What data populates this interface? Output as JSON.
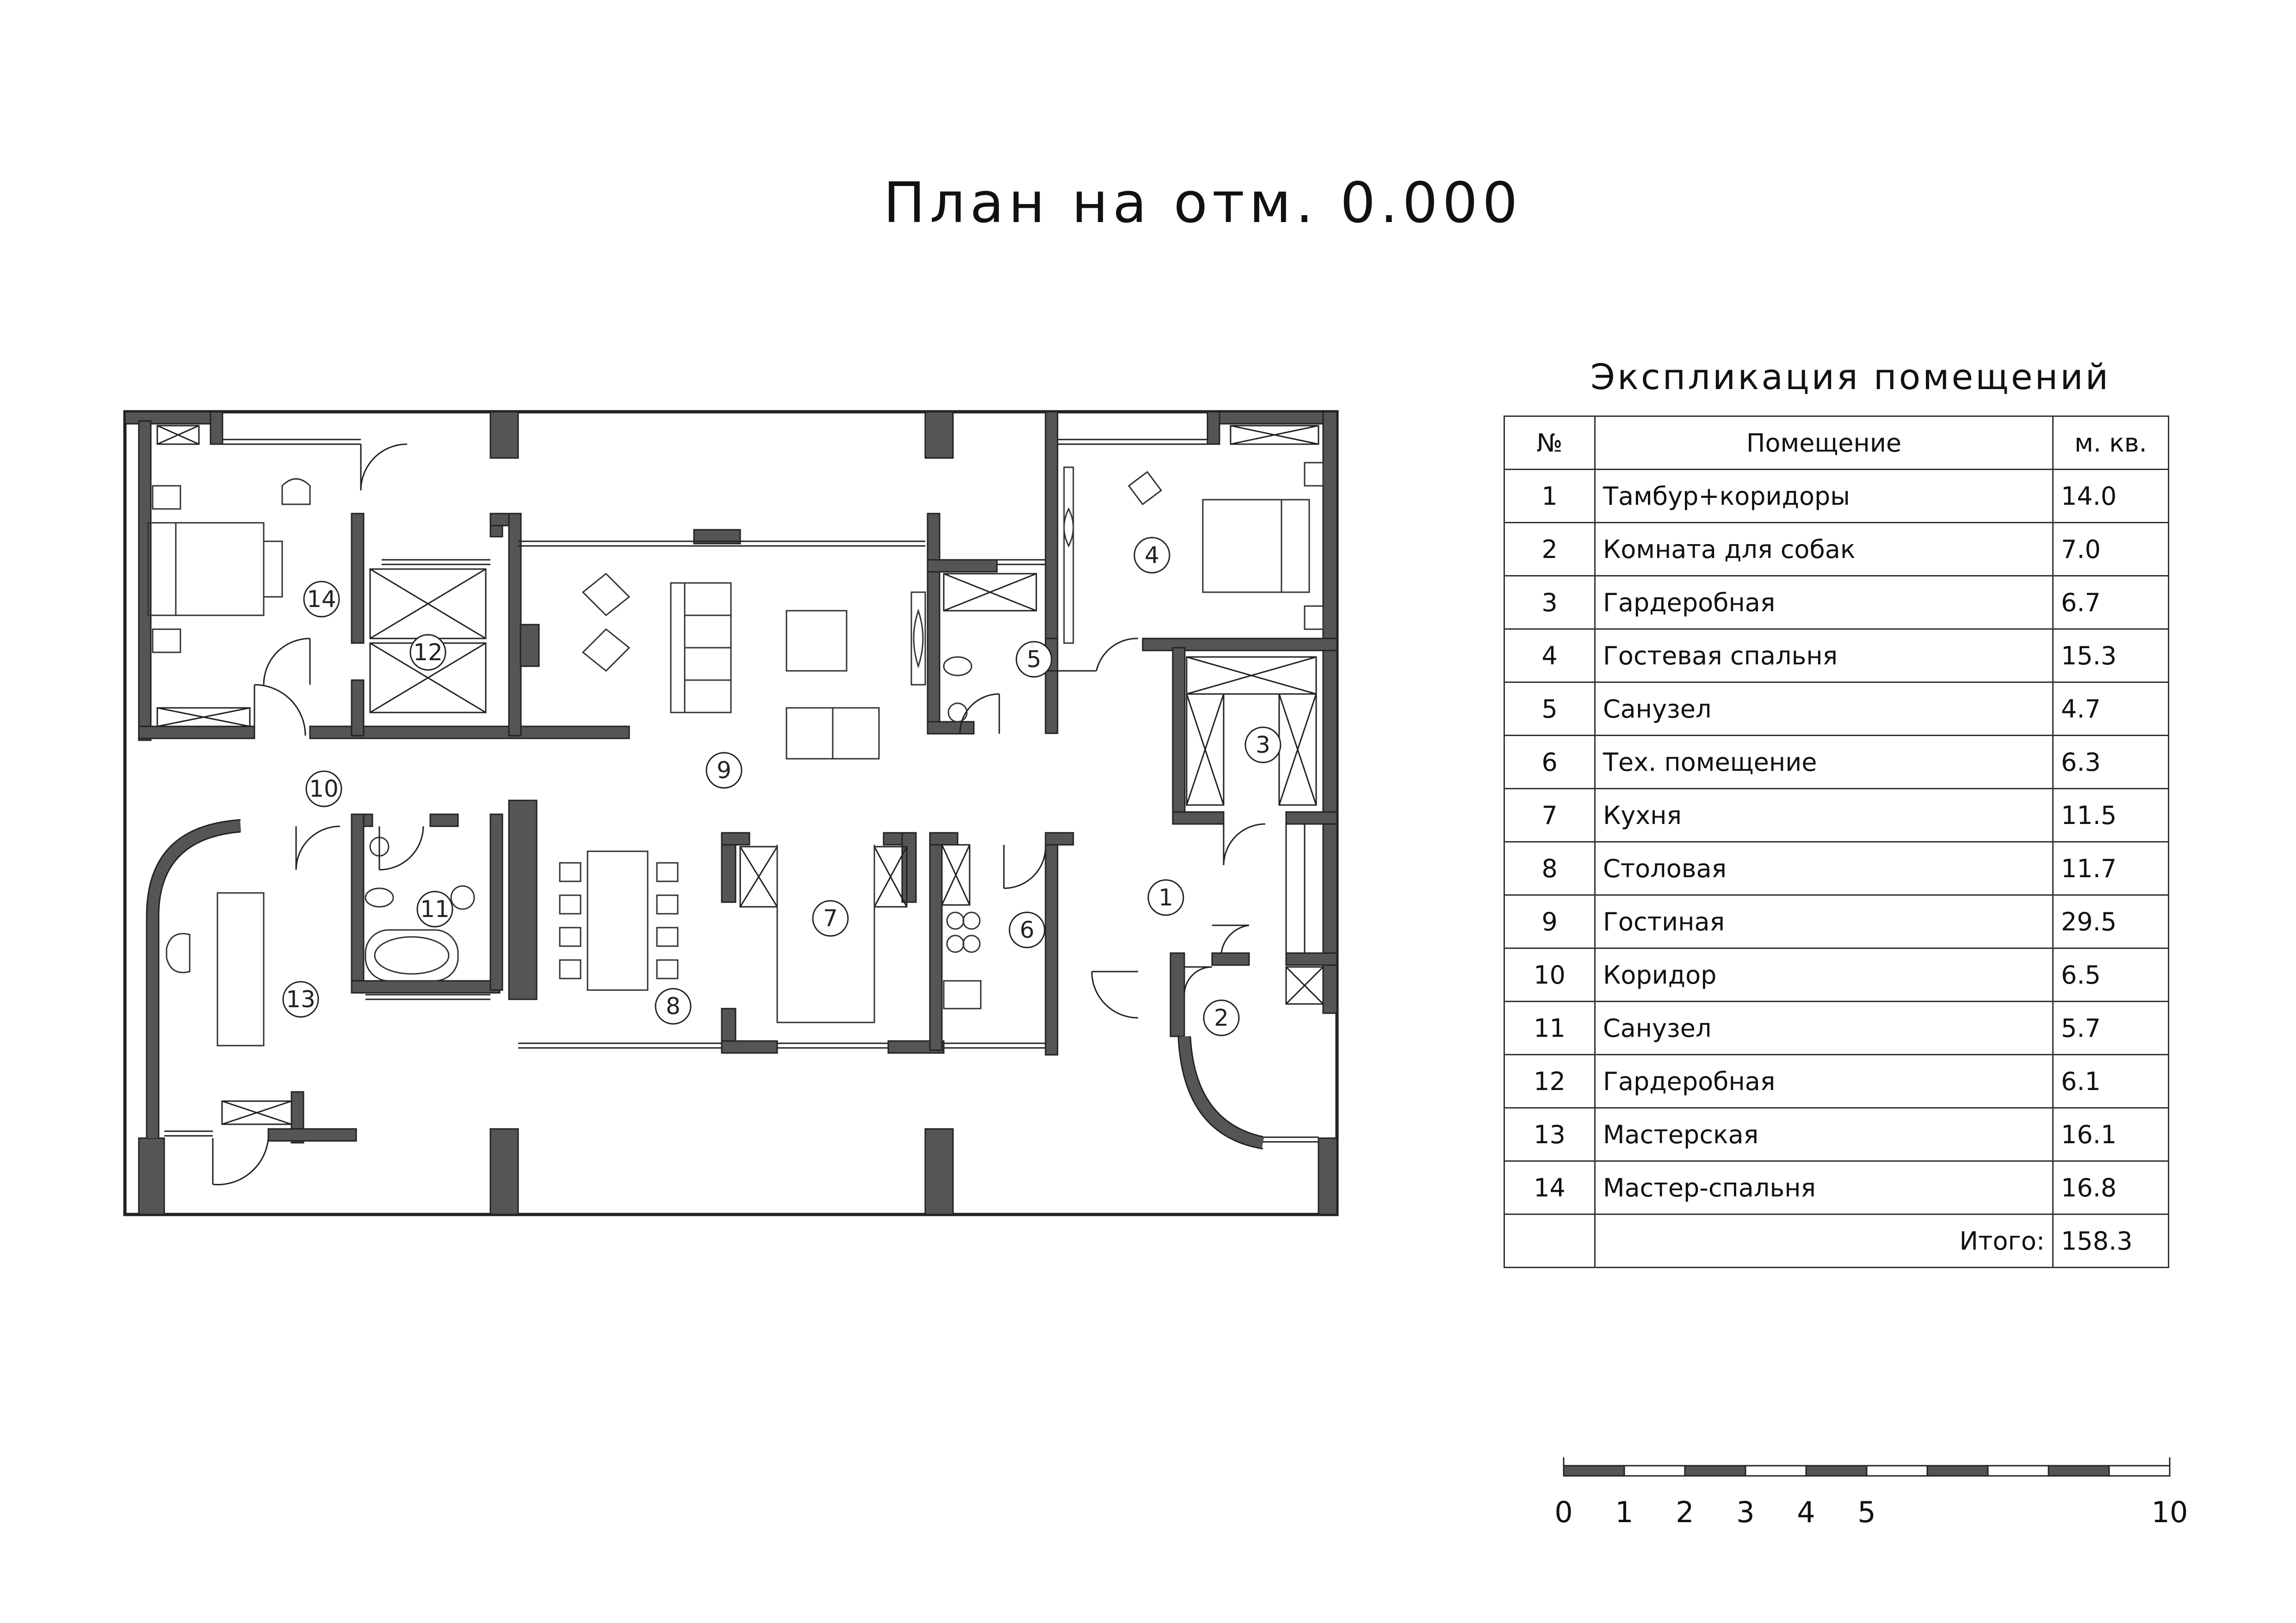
{
  "page": {
    "title": "План на отм. 0.000"
  },
  "plan": {
    "room_labels": [
      "1",
      "2",
      "3",
      "4",
      "5",
      "6",
      "7",
      "8",
      "9",
      "10",
      "11",
      "12",
      "13",
      "14"
    ]
  },
  "explication": {
    "title": "Экспликация помещений",
    "headers": {
      "number": "№",
      "room": "Помещение",
      "area": "м. кв."
    },
    "rows": [
      {
        "number": "1",
        "room": "Тамбур+коридоры",
        "area": "14.0"
      },
      {
        "number": "2",
        "room": "Комната для собак",
        "area": "7.0"
      },
      {
        "number": "3",
        "room": "Гардеробная",
        "area": "6.7"
      },
      {
        "number": "4",
        "room": "Гостевая спальня",
        "area": "15.3"
      },
      {
        "number": "5",
        "room": "Санузел",
        "area": "4.7"
      },
      {
        "number": "6",
        "room": "Тех. помещение",
        "area": "6.3"
      },
      {
        "number": "7",
        "room": "Кухня",
        "area": "11.5"
      },
      {
        "number": "8",
        "room": "Столовая",
        "area": "11.7"
      },
      {
        "number": "9",
        "room": "Гостиная",
        "area": "29.5"
      },
      {
        "number": "10",
        "room": "Коридор",
        "area": "6.5"
      },
      {
        "number": "11",
        "room": "Санузел",
        "area": "5.7"
      },
      {
        "number": "12",
        "room": "Гардеробная",
        "area": "6.1"
      },
      {
        "number": "13",
        "room": "Мастерская",
        "area": "16.1"
      },
      {
        "number": "14",
        "room": "Мастер-спальня",
        "area": "16.8"
      }
    ],
    "total_label": "Итого:",
    "total_value": "158.3"
  },
  "scale_bar": {
    "labels": [
      "0",
      "1",
      "2",
      "3",
      "4",
      "5",
      "10"
    ]
  },
  "colors": {
    "wall": "#555555",
    "line": "#222222"
  }
}
